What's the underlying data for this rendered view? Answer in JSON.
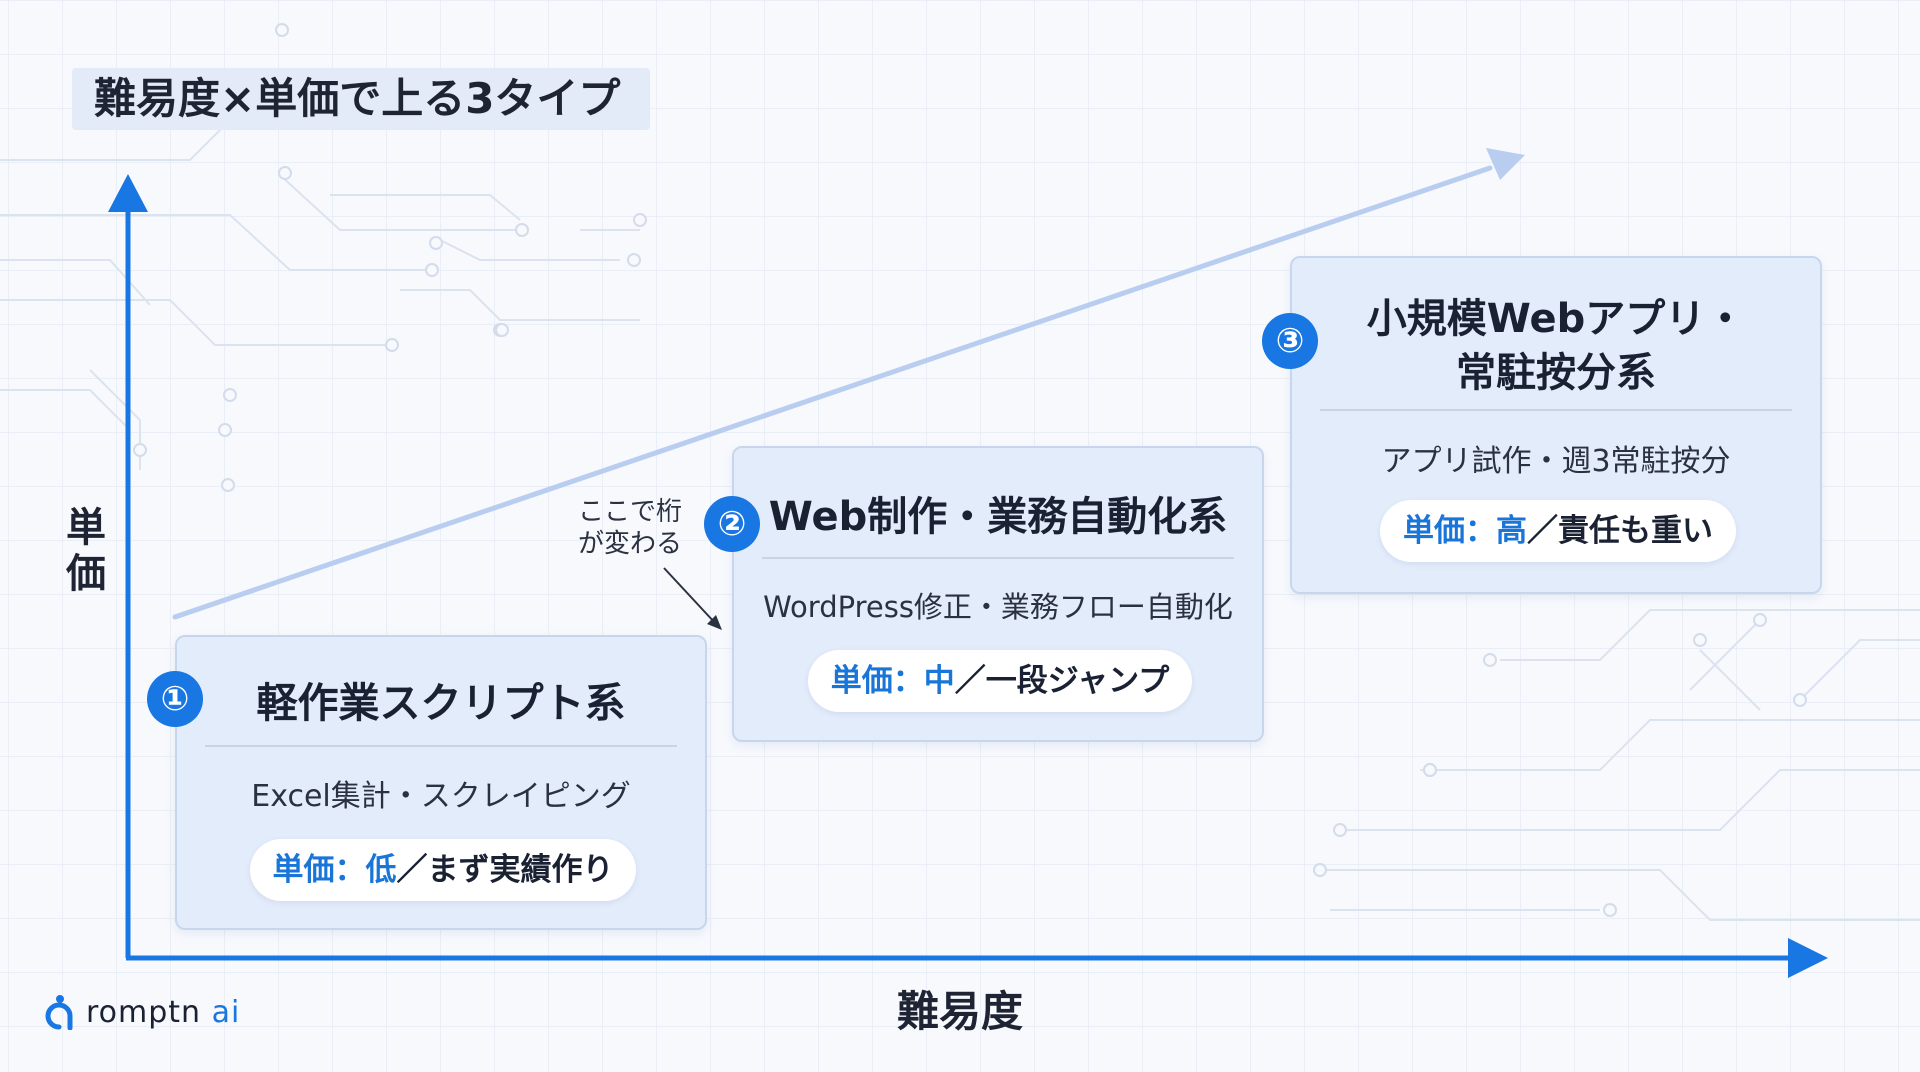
{
  "title": "難易度×単価で上る3タイプ",
  "axes": {
    "y_label": "単価",
    "x_label": "難易度"
  },
  "note": {
    "line1": "ここで桁",
    "line2": "が変わる"
  },
  "cards": [
    {
      "number": "①",
      "heading": "軽作業スクリプト系",
      "description": "Excel集計・スクレイピング",
      "price_label": "単価：",
      "price_level": "低",
      "price_note": "／まず実績作り"
    },
    {
      "number": "②",
      "heading": "Web制作・業務自動化系",
      "description": "WordPress修正・業務フロー自動化",
      "price_label": "単価：",
      "price_level": "中",
      "price_note": "／一段ジャンプ"
    },
    {
      "number": "③",
      "heading_line1": "小規模Webアプリ・",
      "heading_line2": "常駐按分系",
      "description": "アプリ試作・週3常駐按分",
      "price_label": "単価：",
      "price_level": "高",
      "price_note": "／責任も重い"
    }
  ],
  "logo": {
    "text": "romptn",
    "accent": "ai"
  },
  "colors": {
    "accent": "#1877e2",
    "card_bg": "#e3ecfa",
    "trend": "#b9cdf0"
  }
}
